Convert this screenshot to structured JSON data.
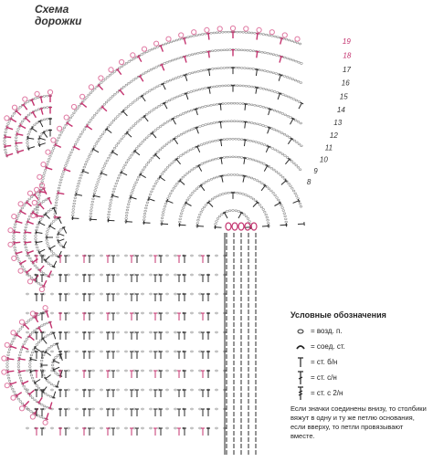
{
  "title": {
    "line1": "Схема",
    "line2": "дорожки"
  },
  "row_numbers": [
    "19",
    "18",
    "17",
    "16",
    "15",
    "14",
    "13",
    "12",
    "11",
    "10",
    "9",
    "8"
  ],
  "legend": {
    "heading": "Условные обозначения",
    "items": [
      {
        "symbol": "chain-stitch-icon",
        "label": "= возд. п."
      },
      {
        "symbol": "slip-stitch-icon",
        "label": "= соед. ст."
      },
      {
        "symbol": "single-crochet-icon",
        "label": "= ст. б/н"
      },
      {
        "symbol": "double-crochet-icon",
        "label": "= ст. с/н"
      },
      {
        "symbol": "treble-crochet-icon",
        "label": "= ст. с 2/н"
      }
    ],
    "note": "Если значки соединены внизу, то столбики вяжут в одну и ту же петлю основания, если вверху, то петли провязывают вместе."
  },
  "colors": {
    "chain": "#8a8a8a",
    "stitch": "#2a2a2a",
    "accent": "#c4336f",
    "accent_light": "#e07aa3"
  }
}
